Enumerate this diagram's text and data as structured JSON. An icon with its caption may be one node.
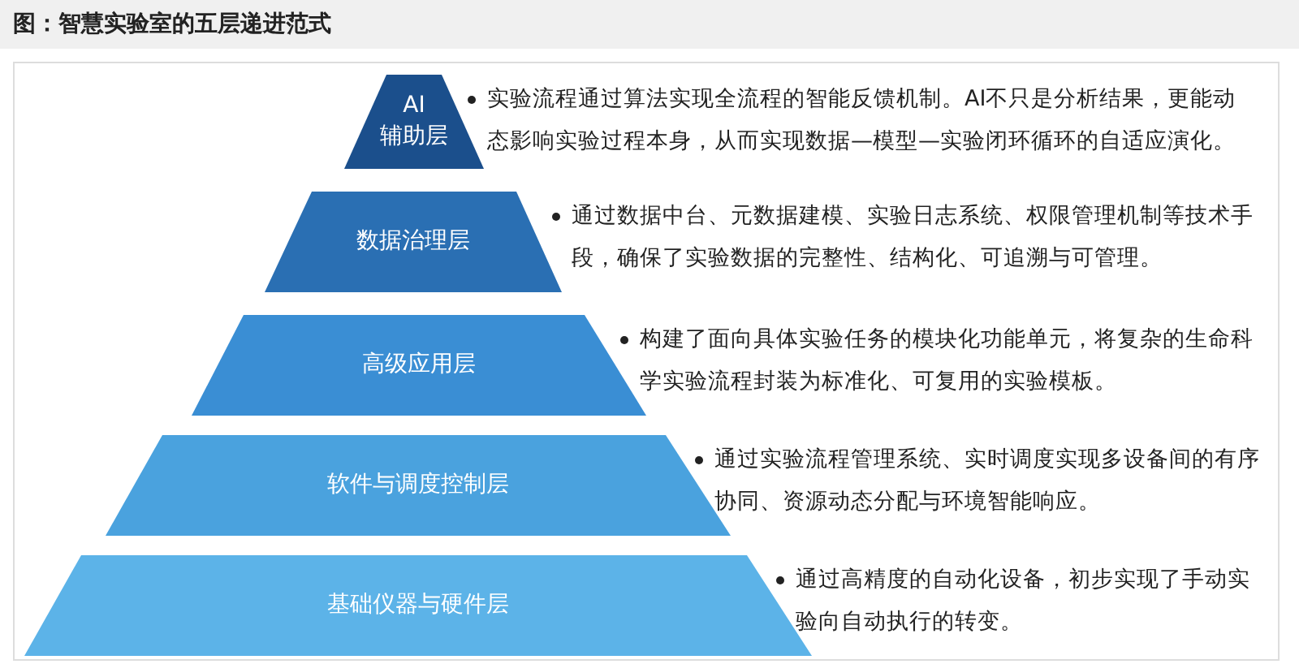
{
  "diagram": {
    "title": "图：智慧实验室的五层递进范式",
    "nodes": [
      {
        "text": [
          "AI 辅助层"
        ],
        "beside": [
          "实验流程通过算法实现全流程的智能反馈机制。AI不只是分析结果，更能动态影响实验过程本身，从而实现数据—模型—实验闭环循环的自适应演化。"
        ]
      },
      {
        "text": [
          "数据治理层"
        ],
        "beside": [
          "通过数据中台、元数据建模、实验日志系统、权限管理机制等技术手段，确保了实验数据的完整性、结构化、可追溯与可管理。"
        ]
      },
      {
        "text": [
          "高级应用层"
        ],
        "beside": [
          "构建了面向具体实验任务的模块化功能单元，将复杂的生命科学实验流程封装为标准化、可复用的实验模板。"
        ]
      },
      {
        "text": [
          "软件与调度控制层"
        ],
        "beside": [
          "通过实验流程管理系统、实时调度实现多设备间的有序协同、资源动态分配与环境智能响应。"
        ]
      },
      {
        "text": [
          "基础仪器与硬件层"
        ],
        "beside": [
          "通过高精度的自动化设备，初步实现了手动实验向自动执行的转变。"
        ]
      }
    ]
  }
}
